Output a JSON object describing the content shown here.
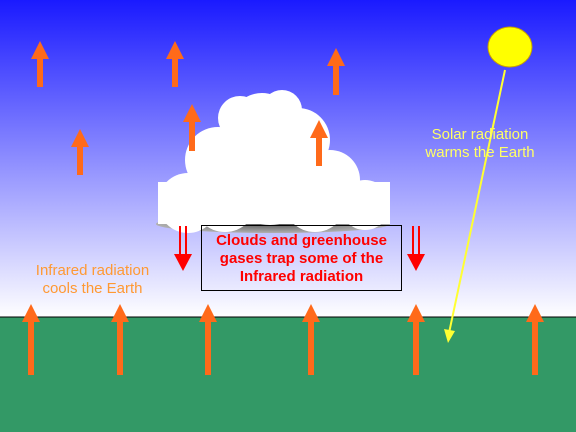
{
  "colors": {
    "sky_top": "#1a1aff",
    "sky_bottom": "#ffffff",
    "ground": "#339966",
    "infrared_arrow": "#ff6a1a",
    "trapped_arrow": "#ff0000",
    "solar_arrow": "#ffff33",
    "sun": "#ffff00",
    "cloud": "#ffffff",
    "cloud_base": "#808080",
    "solar_text": "#ffff66",
    "infrared_text": "#ff9933",
    "trap_text": "#ff0000"
  },
  "labels": {
    "solar": [
      "Solar radiation",
      "warms the Earth"
    ],
    "infrared": [
      "Infrared radiation",
      "cools the Earth"
    ],
    "trap": [
      "Clouds and greenhouse",
      "gases trap some of the",
      "Infrared radiation"
    ]
  },
  "icons": {
    "sun": "sun-icon",
    "cloud": "cloud-icon"
  }
}
